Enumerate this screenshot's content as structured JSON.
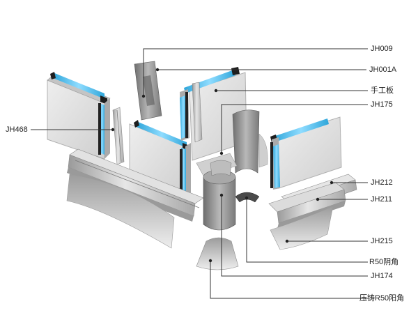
{
  "diagram": {
    "labels": {
      "jh009": "JH009",
      "jh001a": "JH001A",
      "panel": "手工板",
      "jh175": "JH175",
      "jh468": "JH468",
      "jh212": "JH212",
      "jh211": "JH211",
      "jh215": "JH215",
      "r50_inner": "R50阴角",
      "jh174": "JH174",
      "r50_outer": "压铸R50阳角"
    },
    "colors": {
      "panel_face": "#dcdcdc",
      "panel_edge": "#b8b8b8",
      "seal_blue": "#3fb6e6",
      "profile_dark": "#1e1e1e",
      "aluminum_light": "#d8d8d8",
      "aluminum_dark": "#8a8a8a",
      "leader_line": "#333333"
    }
  }
}
